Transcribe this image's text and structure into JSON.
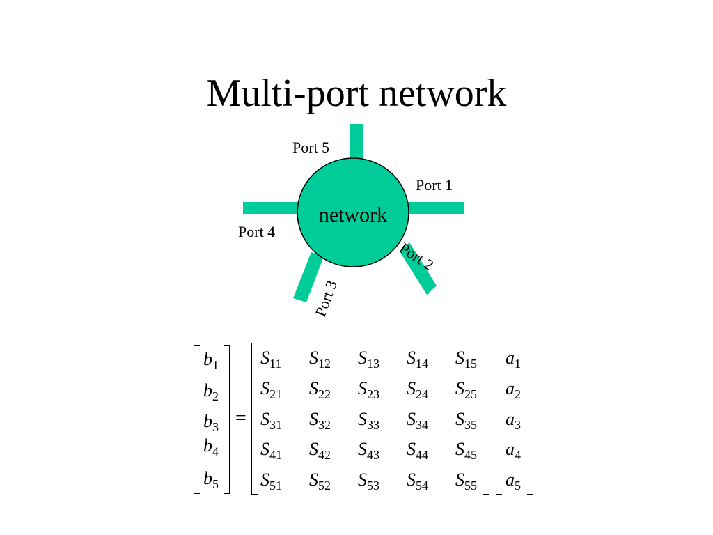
{
  "title": "Multi-port network",
  "diagram": {
    "center_label": "network",
    "ports": [
      "Port 1",
      "Port 2",
      "Port 3",
      "Port 4",
      "Port 5"
    ],
    "colors": {
      "network_fill": "#00cc99",
      "stroke": "#000000"
    }
  },
  "equation": {
    "b_vector": [
      {
        "sym": "b",
        "sub": "1"
      },
      {
        "sym": "b",
        "sub": "2"
      },
      {
        "sym": "b",
        "sub": "3"
      },
      {
        "sym": "b",
        "sub": "4"
      },
      {
        "sym": "b",
        "sub": "5"
      }
    ],
    "equals": "=",
    "s_matrix": [
      [
        {
          "sym": "S",
          "sub": "11"
        },
        {
          "sym": "S",
          "sub": "12"
        },
        {
          "sym": "S",
          "sub": "13"
        },
        {
          "sym": "S",
          "sub": "14"
        },
        {
          "sym": "S",
          "sub": "15"
        }
      ],
      [
        {
          "sym": "S",
          "sub": "21"
        },
        {
          "sym": "S",
          "sub": "22"
        },
        {
          "sym": "S",
          "sub": "23"
        },
        {
          "sym": "S",
          "sub": "24"
        },
        {
          "sym": "S",
          "sub": "25"
        }
      ],
      [
        {
          "sym": "S",
          "sub": "31"
        },
        {
          "sym": "S",
          "sub": "32"
        },
        {
          "sym": "S",
          "sub": "33"
        },
        {
          "sym": "S",
          "sub": "34"
        },
        {
          "sym": "S",
          "sub": "35"
        }
      ],
      [
        {
          "sym": "S",
          "sub": "41"
        },
        {
          "sym": "S",
          "sub": "42"
        },
        {
          "sym": "S",
          "sub": "43"
        },
        {
          "sym": "S",
          "sub": "44"
        },
        {
          "sym": "S",
          "sub": "45"
        }
      ],
      [
        {
          "sym": "S",
          "sub": "51"
        },
        {
          "sym": "S",
          "sub": "52"
        },
        {
          "sym": "S",
          "sub": "53"
        },
        {
          "sym": "S",
          "sub": "54"
        },
        {
          "sym": "S",
          "sub": "55"
        }
      ]
    ],
    "a_vector": [
      {
        "sym": "a",
        "sub": "1"
      },
      {
        "sym": "a",
        "sub": "2"
      },
      {
        "sym": "a",
        "sub": "3"
      },
      {
        "sym": "a",
        "sub": "4"
      },
      {
        "sym": "a",
        "sub": "5"
      }
    ]
  }
}
